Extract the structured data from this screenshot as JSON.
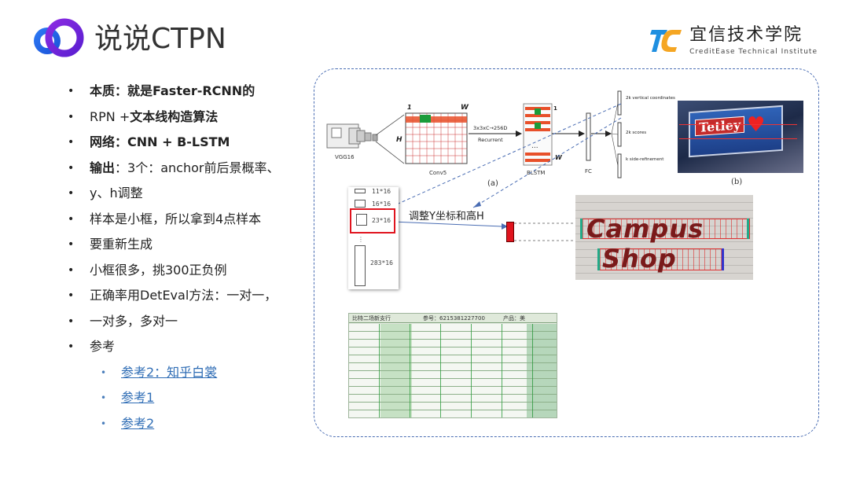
{
  "header": {
    "title": "说说CTPN",
    "brand_cn": "宜信技术学院",
    "brand_en": "CreditEase Technical Institute"
  },
  "bullets": [
    {
      "bold": "本质：就是Faster-RCNN的",
      "text": ""
    },
    {
      "bold": "",
      "text": "RPN +",
      "bold2": "文本线构造算法"
    },
    {
      "bold": "网络：CNN + B-LSTM",
      "text": ""
    },
    {
      "bold": "输出",
      "text": "：3个：anchor前后景概率、"
    },
    {
      "bold": "",
      "text": "y、h调整"
    },
    {
      "bold": "",
      "text": "样本是小框，所以拿到4点样本"
    },
    {
      "bold": "",
      "text": "要重新生成"
    },
    {
      "bold": "",
      "text": "小框很多，挑300正负例"
    },
    {
      "bold": "",
      "text": "正确率用DetEval方法：一对一，"
    },
    {
      "bold": "",
      "text": "一对多，多对一"
    },
    {
      "bold": "",
      "text": "参考"
    }
  ],
  "links": [
    "参考2：知乎白裳",
    "参考1",
    "参考2"
  ],
  "diagram": {
    "vgg": "VGG16",
    "conv5": "Conv5",
    "h": "H",
    "w": "W",
    "one": "1",
    "recurrent_top": "3x3xC→256D",
    "recurrent_bottom": "Recurrent",
    "blstm": "BLSTM",
    "fc": "FC",
    "out1": "2k vertical coordinates",
    "out2": "2k scores",
    "out3": "k side-refinement",
    "label_a": "(a)",
    "label_b": "(b)",
    "sign": "Tetley"
  },
  "anchors": [
    "11*16",
    "16*16",
    "23*16",
    "283*16"
  ],
  "adjust_label": "调整Y坐标和高H",
  "shop": {
    "line1": "Campus",
    "line2": "Shop"
  },
  "table_header": {
    "left": "比特二场新支行",
    "mid": "参号：6215381227700",
    "right": "产品：美"
  },
  "colors": {
    "accent": "#2f6db5",
    "frame": "#4a6db3",
    "red": "#e0141e"
  }
}
